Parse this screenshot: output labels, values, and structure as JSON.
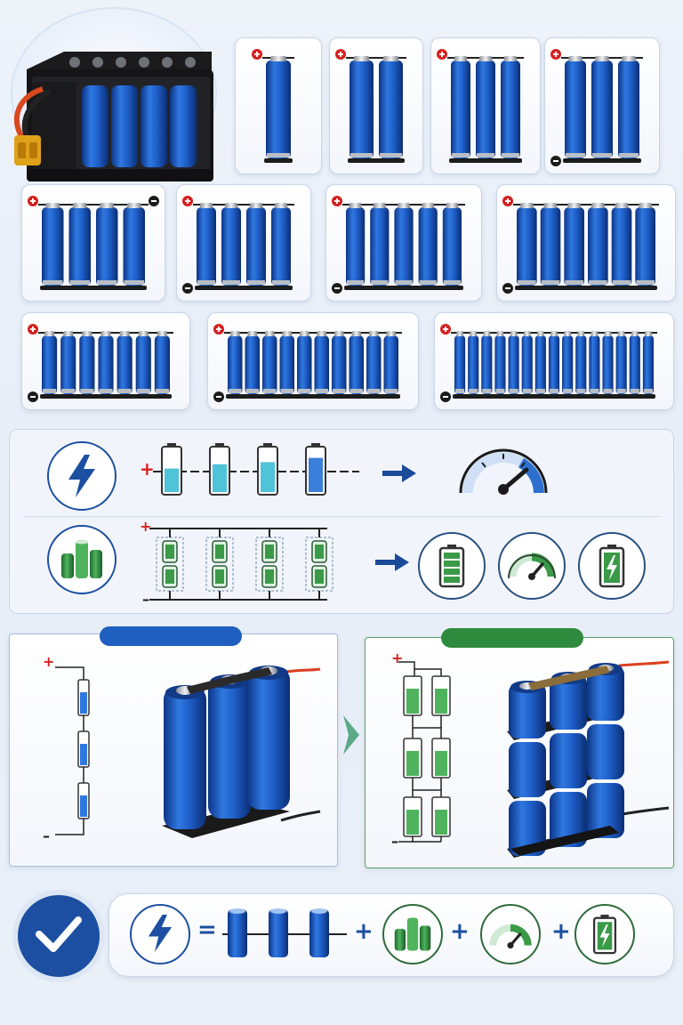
{
  "colors": {
    "cell_blue": "#1f5fc9",
    "cell_blue_dark": "#0e3a8a",
    "series_accent": "#1a5bbf",
    "parallel_accent": "#2e8b3e",
    "plus_red": "#d62020",
    "wire": "#222222"
  },
  "hero": {
    "icon": "battery-pack-icon",
    "connector": "xt60-connector-icon"
  },
  "configurations": {
    "row1_cell_counts": [
      1,
      2,
      3,
      3
    ],
    "row2_cell_counts": [
      4,
      4,
      5,
      6
    ],
    "row3_cell_counts": [
      7,
      10,
      15
    ]
  },
  "series_row": {
    "icon": "lightning-icon",
    "terminal_plus": "+",
    "cell_fill_levels": [
      0.55,
      0.65,
      0.7,
      0.8
    ],
    "arrow_icon": "arrow-right-icon",
    "result_icon": "speedometer-icon"
  },
  "parallel_row": {
    "icon": "cells-group-icon",
    "terminal_plus": "+",
    "terminal_minus": "–",
    "arrow_icon": "arrow-right-icon",
    "result_icons": [
      "battery-full-icon",
      "speedometer-icon",
      "battery-charging-icon"
    ]
  },
  "compare": {
    "left": {
      "plus": "+",
      "minus": "–",
      "accent": "#1a5bbf"
    },
    "right": {
      "plus": "+",
      "minus": "–",
      "accent": "#2e8b3e"
    },
    "divider_icon": "chevron-right-icon"
  },
  "summary": {
    "check_icon": "check-icon",
    "equals": "=",
    "plus_signs": [
      "+",
      "+",
      "+"
    ],
    "icons": [
      "lightning-icon",
      "cells-in-series-icon",
      "cells-group-icon",
      "speedometer-icon",
      "battery-charging-icon"
    ]
  }
}
